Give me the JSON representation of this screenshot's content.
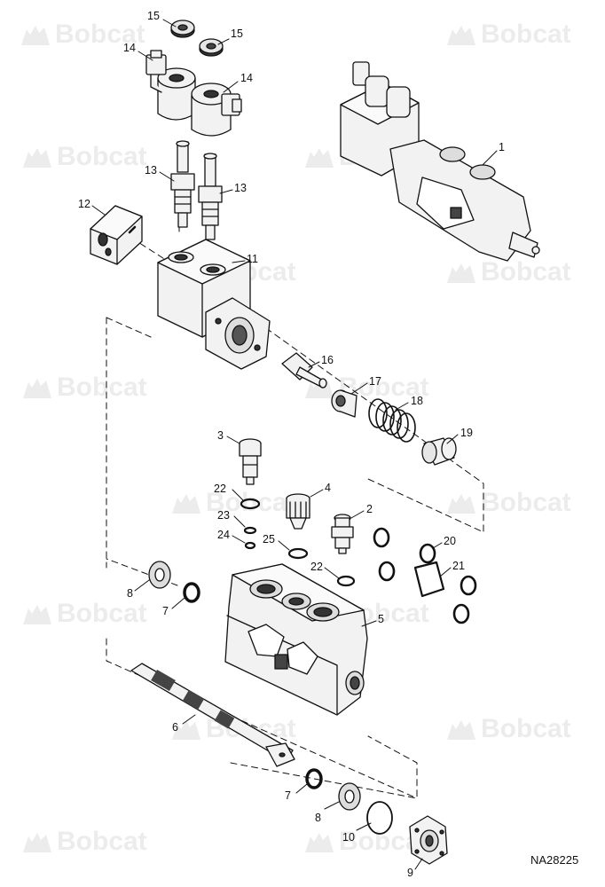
{
  "watermark": {
    "brand_text": "Bobcat"
  },
  "diagram": {
    "drawing_code": "NA28225",
    "callouts": [
      {
        "id": "c15a",
        "label": "15"
      },
      {
        "id": "c15b",
        "label": "15"
      },
      {
        "id": "c14a",
        "label": "14"
      },
      {
        "id": "c14b",
        "label": "14"
      },
      {
        "id": "c1",
        "label": "1"
      },
      {
        "id": "c13a",
        "label": "13"
      },
      {
        "id": "c13b",
        "label": "13"
      },
      {
        "id": "c12",
        "label": "12"
      },
      {
        "id": "c11",
        "label": "11"
      },
      {
        "id": "c16",
        "label": "16"
      },
      {
        "id": "c17",
        "label": "17"
      },
      {
        "id": "c18",
        "label": "18"
      },
      {
        "id": "c19",
        "label": "19"
      },
      {
        "id": "c3",
        "label": "3"
      },
      {
        "id": "c22a",
        "label": "22"
      },
      {
        "id": "c4",
        "label": "4"
      },
      {
        "id": "c23",
        "label": "23"
      },
      {
        "id": "c2",
        "label": "2"
      },
      {
        "id": "c24",
        "label": "24"
      },
      {
        "id": "c25",
        "label": "25"
      },
      {
        "id": "c20",
        "label": "20"
      },
      {
        "id": "c22b",
        "label": "22"
      },
      {
        "id": "c21",
        "label": "21"
      },
      {
        "id": "c8a",
        "label": "8"
      },
      {
        "id": "c7a",
        "label": "7"
      },
      {
        "id": "c5",
        "label": "5"
      },
      {
        "id": "c6",
        "label": "6"
      },
      {
        "id": "c7b",
        "label": "7"
      },
      {
        "id": "c8b",
        "label": "8"
      },
      {
        "id": "c10",
        "label": "10"
      },
      {
        "id": "c9",
        "label": "9"
      }
    ]
  }
}
